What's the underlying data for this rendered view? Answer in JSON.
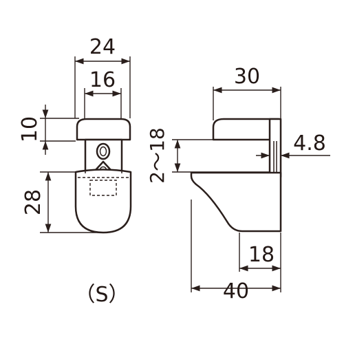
{
  "front_view": {
    "dims": {
      "overall_width": "24",
      "inner_width": "16",
      "cap_height": "10",
      "body_height": "28"
    },
    "label": "（S）"
  },
  "side_view": {
    "dims": {
      "top_length": "30",
      "shelf_range": "2～18",
      "thickness": "4.8",
      "bottom_length": "18",
      "overall_length": "40"
    }
  }
}
